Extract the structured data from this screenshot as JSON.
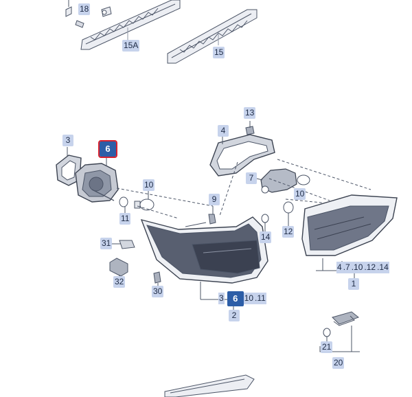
{
  "diagram": {
    "callouts": {
      "c18": "18",
      "c15a": "15A",
      "c15": "15",
      "c13": "13",
      "c4": "4",
      "c3": "3",
      "c6_selected": "6",
      "c10_top": "10",
      "c7": "7",
      "c10_right": "10",
      "c9": "9",
      "c11": "11",
      "c14": "14",
      "c12": "12",
      "c31": "31",
      "c32": "32",
      "c30": "30",
      "c1": "1",
      "c2": "2",
      "c21": "21",
      "c20": "20"
    },
    "group1": [
      "4",
      ".7",
      ".10",
      ".12",
      ".14"
    ],
    "group2": {
      "first": "3",
      "selected": "6",
      "rest": [
        "10",
        ".11"
      ]
    },
    "colors": {
      "callout_bg": "#c7d3ec",
      "selected_bg": "#2d5ea7",
      "selected_border": "#d8222f",
      "line": "#4b5466",
      "lamp_lens": "#585f70"
    }
  }
}
